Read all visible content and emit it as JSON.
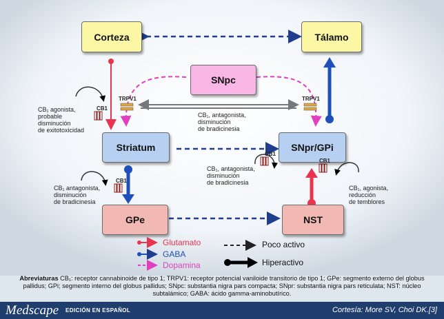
{
  "nodes": {
    "corteza": "Corteza",
    "talamo": "Tálamo",
    "snpc": "SNpc",
    "striatum": "Striatum",
    "snpr": "SNpr/GPi",
    "gpe": "GPe",
    "nst": "NST"
  },
  "receptors": {
    "trpv1_left": "TRPV1",
    "trpv1_right": "TRPV1",
    "cb1": "CB1"
  },
  "notes": {
    "cb1_agonist_left": "CB₁ agonista,\nprobable\ndisminución\nde exitotoxicidad",
    "cb1_antagonist_mid": "CB₁, antagonista,\ndisminución\nde bradicinesia",
    "cb1_antagonist_center": "CB₁, antagonista,\ndisminución\nde bradicinesia",
    "cb1_antagonist_left": "CB₁ antagonista,\ndisminución\nde bradicinesia",
    "cb1_agonist_right": "CB₁, agonista,\nreducción\nde temblores"
  },
  "legend": {
    "glutamato": "Glutamato",
    "gaba": "GABA",
    "dopamina": "Dopamina",
    "poco_activo": "Poco activo",
    "hiperactivo": "Hiperactivo"
  },
  "colors": {
    "glutamate": "#e8344e",
    "gaba": "#1f4fb8",
    "dopamine": "#e040c0",
    "yellow_box": "#fcf7a4",
    "blue_box": "#b7cff0",
    "pink_box": "#f7b6e6",
    "red_box": "#f2b9b4",
    "footer": "#1f3e6e"
  },
  "abbreviations": {
    "label": "Abreviaturas",
    "text": "CB₁: receptor cannabinoide de tipo 1; TRPV1: receptor potencial vaniloide transitorio de tipo 1; GPe: segmento externo del globus pallidus; GPi; segmento interno del globus pallidus; SNpc: substantia nigra pars compacta; SNpr: substantia nigra pars reticulata; NST: núcleo subtalámico; GABA: ácido gamma-aminobutírico."
  },
  "footer": {
    "brand": "Medscape",
    "edition": "EDICIÓN EN ESPAÑOL",
    "credit": "Cortesía: More SV, Choi DK.[3]"
  }
}
